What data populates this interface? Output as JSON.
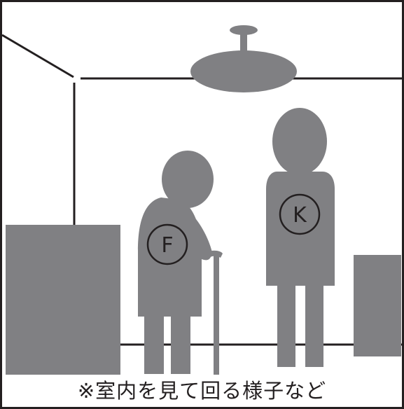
{
  "caption": "※室内を見て回る様子など",
  "figures": {
    "elder": {
      "label": "F"
    },
    "person": {
      "label": "K"
    }
  },
  "colors": {
    "figure_gray": "#808083",
    "line_black": "#231f20",
    "background": "#ffffff"
  }
}
